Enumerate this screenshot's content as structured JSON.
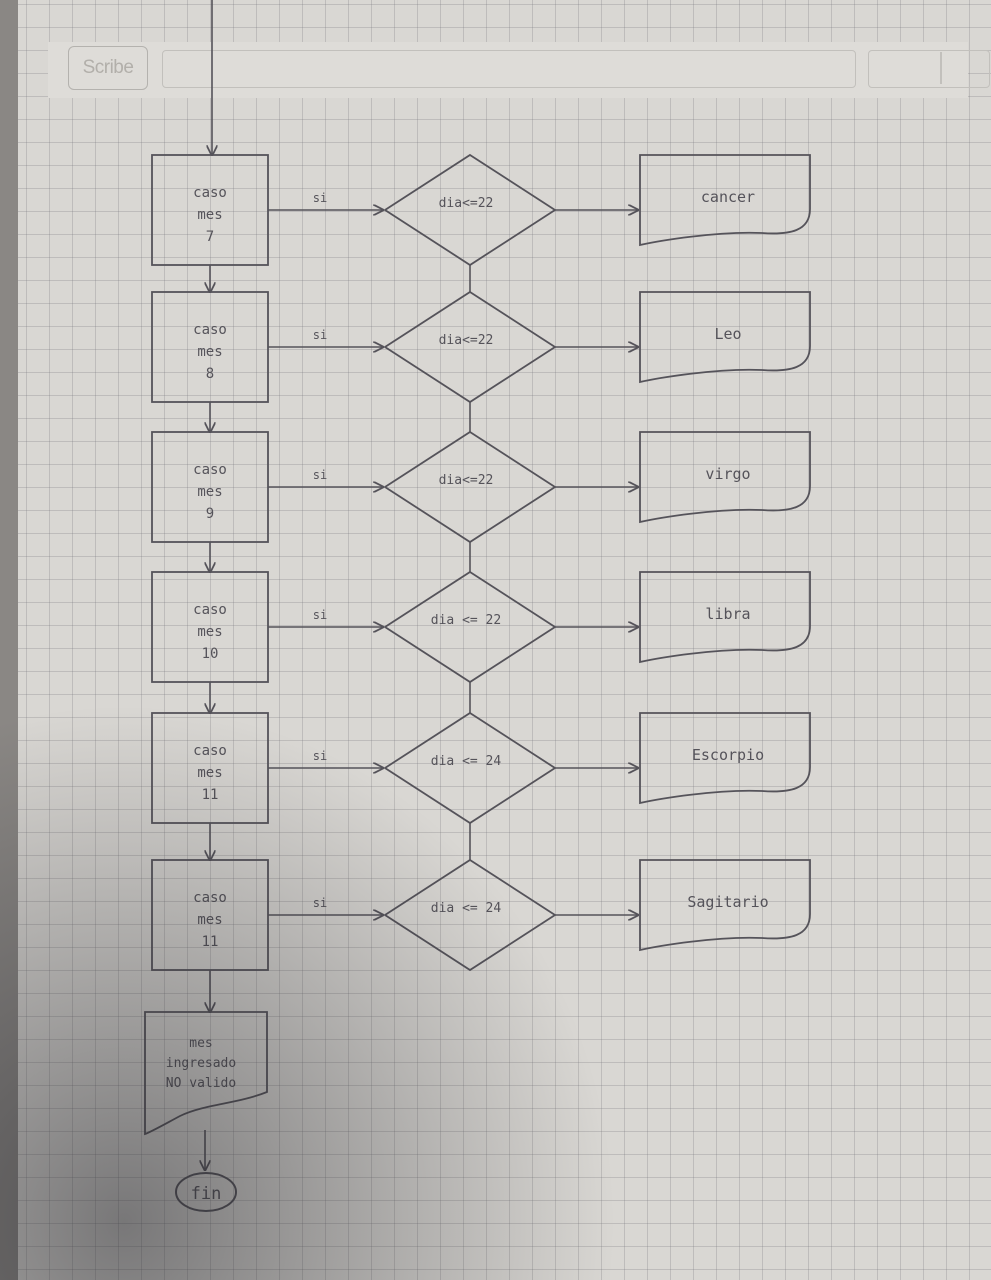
{
  "header": {
    "brand": "Scribe"
  },
  "cases": [
    {
      "lines": [
        "caso",
        "mes",
        "7"
      ],
      "yes": "si",
      "condition": "dia<=22",
      "result": "cancer"
    },
    {
      "lines": [
        "caso",
        "mes",
        "8"
      ],
      "yes": "si",
      "condition": "dia<=22",
      "result": "Leo"
    },
    {
      "lines": [
        "caso",
        "mes",
        "9"
      ],
      "yes": "si",
      "condition": "dia<=22",
      "result": "virgo"
    },
    {
      "lines": [
        "caso",
        "mes",
        "10"
      ],
      "yes": "si",
      "condition": "dia <= 22",
      "result": "libra"
    },
    {
      "lines": [
        "caso",
        "mes",
        "11"
      ],
      "yes": "si",
      "condition": "dia <= 24",
      "result": "Escorpio"
    },
    {
      "lines": [
        "caso",
        "mes",
        "11"
      ],
      "yes": "si",
      "condition": "dia <= 24",
      "result": "Sagitario"
    }
  ],
  "default_output": [
    "mes",
    "ingresado",
    "NO valido"
  ],
  "terminal": "fin",
  "colors": {
    "ink": "#55535a",
    "paper": "#d9d7d3",
    "grid": "#8c8c92"
  }
}
